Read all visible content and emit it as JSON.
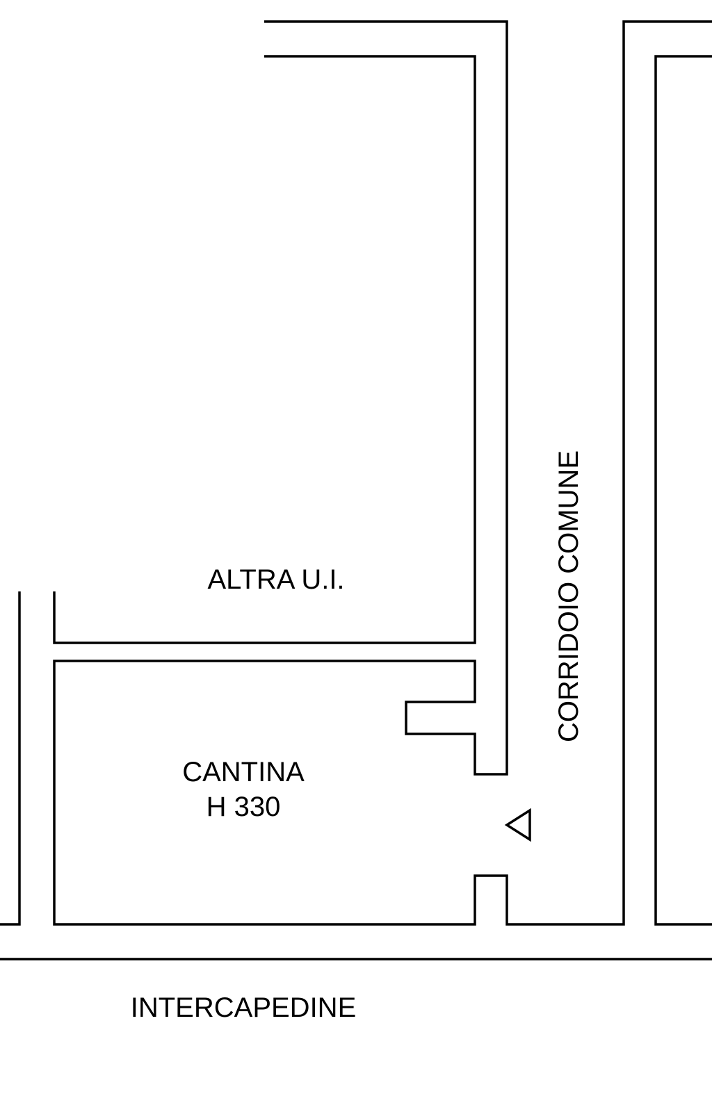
{
  "rooms": {
    "altra_ui": "ALTRA U.I.",
    "cantina_name": "CANTINA",
    "cantina_height": "H 330",
    "corridoio": "CORRIDOIO COMUNE",
    "intercapedine": "INTERCAPEDINE"
  },
  "colors": {
    "line": "#000000",
    "background": "#ffffff"
  }
}
